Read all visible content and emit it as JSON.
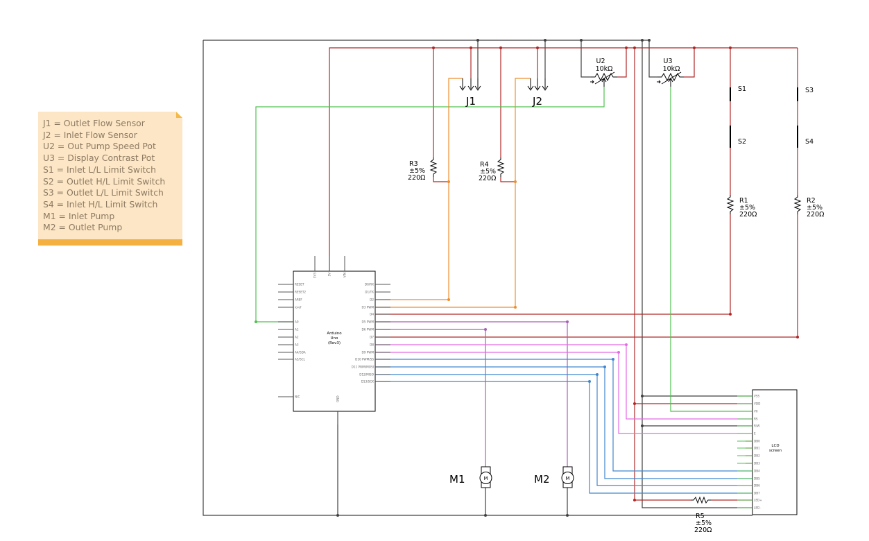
{
  "legend": {
    "items": [
      "J1 = Outlet Flow Sensor",
      "J2 = Inlet Flow Sensor",
      "U2 = Out Pump Speed Pot",
      "U3 = Display Contrast Pot",
      "S1 = Inlet L/L Limit Switch",
      "S2 = Outlet H/L Limit Switch",
      "S3 = Outlet L/L Limit Switch",
      "S4 = Inlet H/L Limit Switch",
      "M1 = Inlet Pump",
      "M2 = Outlet Pump"
    ]
  },
  "components": {
    "j1": "J1",
    "j2": "J2",
    "u2": {
      "name": "U2",
      "value": "10kΩ"
    },
    "u3": {
      "name": "U3",
      "value": "10kΩ"
    },
    "s1": "S1",
    "s2": "S2",
    "s3": "S3",
    "s4": "S4",
    "r1": {
      "name": "R1",
      "tol": "±5%",
      "value": "220Ω"
    },
    "r2": {
      "name": "R2",
      "tol": "±5%",
      "value": "220Ω"
    },
    "r3": {
      "name": "R3",
      "tol": "±5%",
      "value": "220Ω"
    },
    "r4": {
      "name": "R4",
      "tol": "±5%",
      "value": "220Ω"
    },
    "r5": {
      "name": "R5",
      "tol": "±5%",
      "value": "220Ω"
    },
    "m1": "M1",
    "m2": "M2",
    "motor_symbol": "M",
    "arduino": {
      "line1": "Arduino",
      "line2": "Uno",
      "line3": "(Rev3)",
      "top_pins": [
        "3V3",
        "5V",
        "VIN"
      ],
      "bottom_pin": "GND",
      "left_pins": [
        "RESET",
        "RESET2",
        "AREF",
        "ioref",
        "A0",
        "A1",
        "A2",
        "A3",
        "A4/SDA",
        "A5/SCL",
        "N/C"
      ],
      "right_pins": [
        "D0/RX",
        "D1/TX",
        "D2",
        "D3 PWM",
        "D4",
        "D5 PWM",
        "D6 PWM",
        "D7",
        "D8",
        "D9 PWM",
        "D10 PWM/SS",
        "D11 PWM/MOSI",
        "D12/MISO",
        "D13/SCK"
      ]
    },
    "lcd": {
      "line1": "LCD",
      "line2": "screen",
      "pins": [
        "VSS",
        "VDD",
        "V0",
        "RS",
        "R/W",
        "E",
        "DB0",
        "DB1",
        "DB2",
        "DB3",
        "DB4",
        "DB5",
        "DB6",
        "DB7",
        "LED+",
        "LED-"
      ]
    }
  },
  "colors": {
    "ground": "#404040",
    "power": "#b12727",
    "analog": "#4fc04f",
    "sensor": "#ee8e2c",
    "motor": "#a65fb8",
    "lcd_control": "#e46be4",
    "lcd_data": "#3f86cf",
    "note_bg": "#fde6c5",
    "note_bar": "#f4b041"
  }
}
